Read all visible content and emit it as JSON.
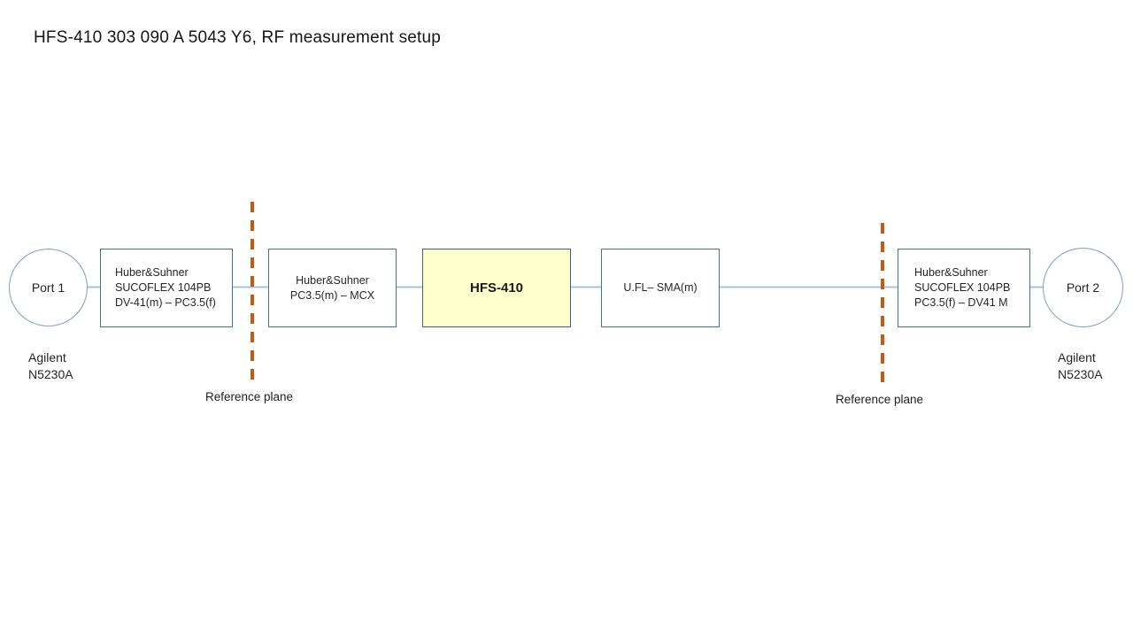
{
  "title": "HFS-410 303 090 A 5043 Y6, RF measurement setup",
  "ports": {
    "port1": {
      "label": "Port 1",
      "instrument": [
        "Agilent",
        "N5230A"
      ]
    },
    "port2": {
      "label": "Port 2",
      "instrument": [
        "Agilent",
        "N5230A"
      ]
    }
  },
  "boxes": {
    "cable1": {
      "lines": [
        "Huber&Suhner",
        "SUCOFLEX 104PB",
        "DV-41(m) – PC3.5(f)"
      ]
    },
    "adapter1": {
      "lines": [
        "Huber&Suhner",
        "PC3.5(m) – MCX"
      ]
    },
    "dut": {
      "label": "HFS-410"
    },
    "adapter2": {
      "label": "U.FL– SMA(m)"
    },
    "cable2": {
      "lines": [
        "Huber&Suhner",
        "SUCOFLEX 104PB",
        "PC3.5(f) – DV41 M"
      ]
    }
  },
  "reference_planes": {
    "left": {
      "label": "Reference plane"
    },
    "right": {
      "label": "Reference plane"
    }
  },
  "colors": {
    "box_border": "#41719c",
    "circle_border": "#7ba0c0",
    "dut_fill": "#ffffcc",
    "dut_border": "#3f5e7a",
    "connector": "#9cbfe2",
    "reference_line": "#c55a11",
    "text": "#262626"
  }
}
